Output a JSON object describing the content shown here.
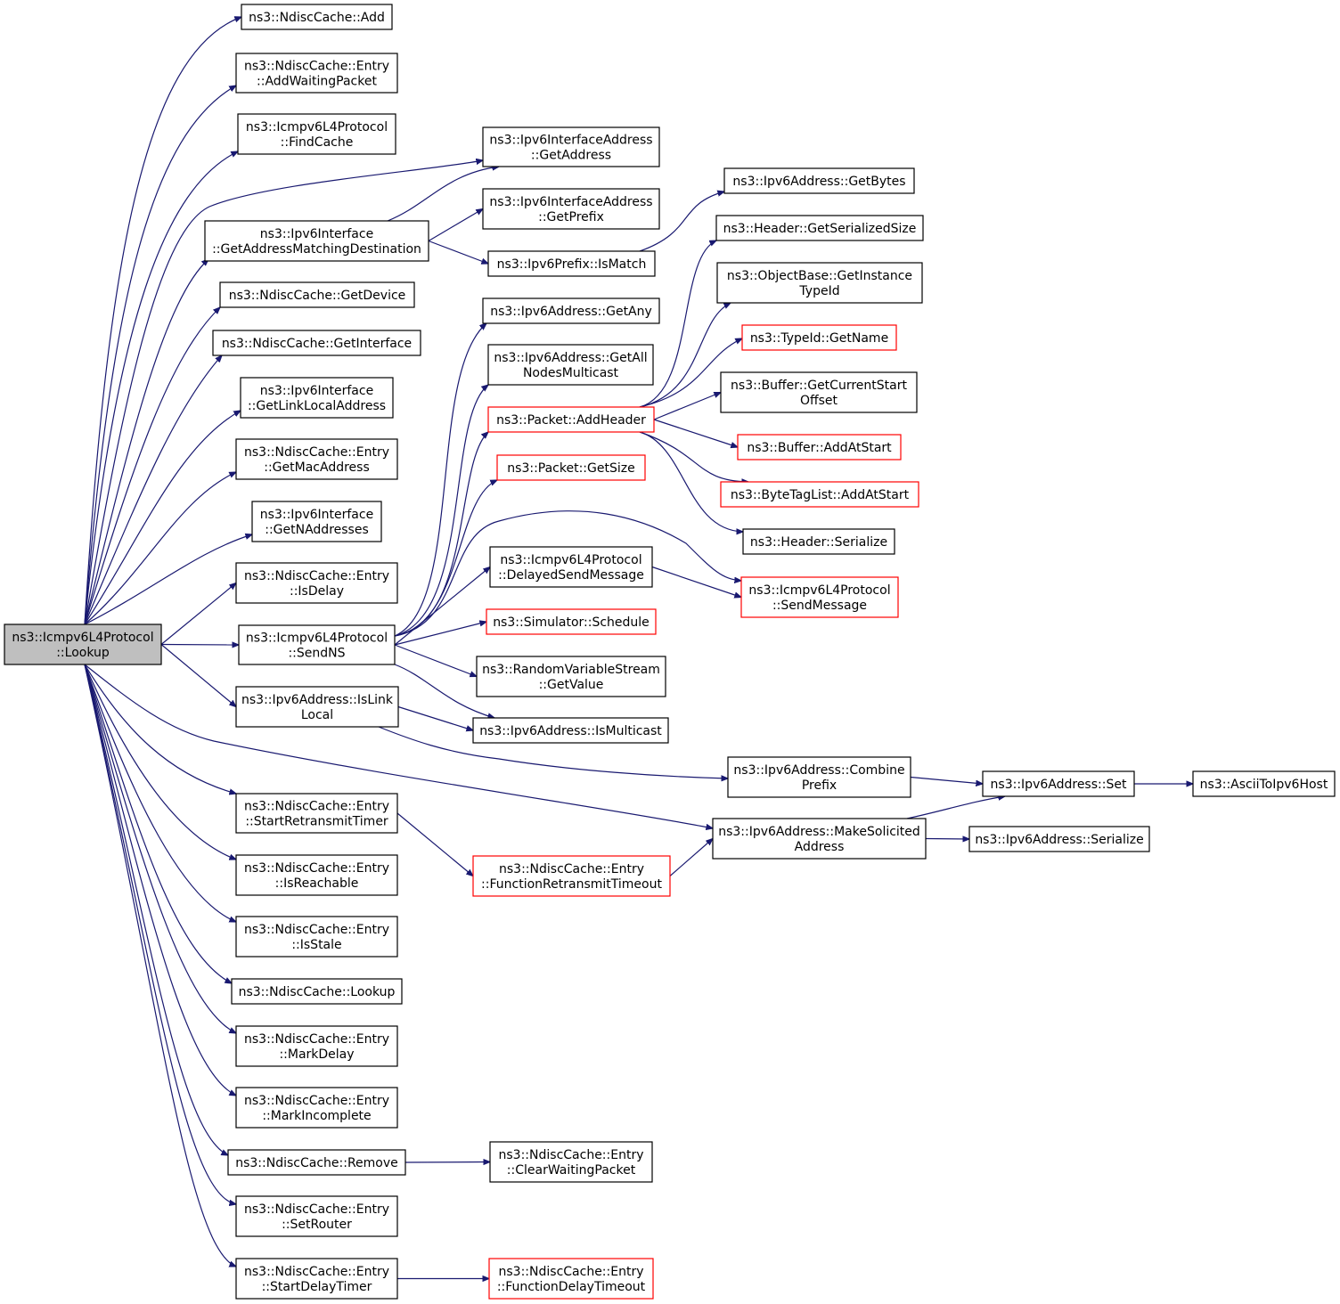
{
  "colors": {
    "edge": "#191970",
    "node_border": "#000000",
    "node_border_truncated": "#ff0000",
    "root_fill": "#bfbfbf",
    "node_fill": "#ffffff",
    "background": "#ffffff"
  },
  "nodes": [
    {
      "id": "root",
      "lines": [
        "ns3::Icmpv6L4Protocol",
        "::Lookup"
      ],
      "style": "root"
    },
    {
      "id": "nc_add",
      "lines": [
        "ns3::NdiscCache::Add"
      ],
      "style": "normal"
    },
    {
      "id": "e_addwait",
      "lines": [
        "ns3::NdiscCache::Entry",
        "::AddWaitingPacket"
      ],
      "style": "normal"
    },
    {
      "id": "findcache",
      "lines": [
        "ns3::Icmpv6L4Protocol",
        "::FindCache"
      ],
      "style": "normal"
    },
    {
      "id": "getaddrmatch",
      "lines": [
        "ns3::Ipv6Interface",
        "::GetAddressMatchingDestination"
      ],
      "style": "normal"
    },
    {
      "id": "nc_getdevice",
      "lines": [
        "ns3::NdiscCache::GetDevice"
      ],
      "style": "normal"
    },
    {
      "id": "nc_getinterface",
      "lines": [
        "ns3::NdiscCache::GetInterface"
      ],
      "style": "normal"
    },
    {
      "id": "getlinklocal",
      "lines": [
        "ns3::Ipv6Interface",
        "::GetLinkLocalAddress"
      ],
      "style": "normal"
    },
    {
      "id": "e_getmac",
      "lines": [
        "ns3::NdiscCache::Entry",
        "::GetMacAddress"
      ],
      "style": "normal"
    },
    {
      "id": "getnaddr",
      "lines": [
        "ns3::Ipv6Interface",
        "::GetNAddresses"
      ],
      "style": "normal"
    },
    {
      "id": "e_isdelay",
      "lines": [
        "ns3::NdiscCache::Entry",
        "::IsDelay"
      ],
      "style": "normal"
    },
    {
      "id": "sendns",
      "lines": [
        "ns3::Icmpv6L4Protocol",
        "::SendNS"
      ],
      "style": "normal"
    },
    {
      "id": "islinklocal",
      "lines": [
        "ns3::Ipv6Address::IsLink",
        "Local"
      ],
      "style": "normal"
    },
    {
      "id": "e_startretx",
      "lines": [
        "ns3::NdiscCache::Entry",
        "::StartRetransmitTimer"
      ],
      "style": "normal"
    },
    {
      "id": "e_isreachable",
      "lines": [
        "ns3::NdiscCache::Entry",
        "::IsReachable"
      ],
      "style": "normal"
    },
    {
      "id": "e_isstale",
      "lines": [
        "ns3::NdiscCache::Entry",
        "::IsStale"
      ],
      "style": "normal"
    },
    {
      "id": "nc_lookup",
      "lines": [
        "ns3::NdiscCache::Lookup"
      ],
      "style": "normal"
    },
    {
      "id": "e_markdelay",
      "lines": [
        "ns3::NdiscCache::Entry",
        "::MarkDelay"
      ],
      "style": "normal"
    },
    {
      "id": "e_markincomplete",
      "lines": [
        "ns3::NdiscCache::Entry",
        "::MarkIncomplete"
      ],
      "style": "normal"
    },
    {
      "id": "nc_remove",
      "lines": [
        "ns3::NdiscCache::Remove"
      ],
      "style": "normal"
    },
    {
      "id": "e_setrouter",
      "lines": [
        "ns3::NdiscCache::Entry",
        "::SetRouter"
      ],
      "style": "normal"
    },
    {
      "id": "e_startdelay",
      "lines": [
        "ns3::NdiscCache::Entry",
        "::StartDelayTimer"
      ],
      "style": "normal"
    },
    {
      "id": "ifa_getaddress",
      "lines": [
        "ns3::Ipv6InterfaceAddress",
        "::GetAddress"
      ],
      "style": "normal"
    },
    {
      "id": "ifa_getprefix",
      "lines": [
        "ns3::Ipv6InterfaceAddress",
        "::GetPrefix"
      ],
      "style": "normal"
    },
    {
      "id": "prefix_ismatch",
      "lines": [
        "ns3::Ipv6Prefix::IsMatch"
      ],
      "style": "normal"
    },
    {
      "id": "a_getany",
      "lines": [
        "ns3::Ipv6Address::GetAny"
      ],
      "style": "normal"
    },
    {
      "id": "a_getallnodes",
      "lines": [
        "ns3::Ipv6Address::GetAll",
        "NodesMulticast"
      ],
      "style": "normal"
    },
    {
      "id": "p_addheader",
      "lines": [
        "ns3::Packet::AddHeader"
      ],
      "style": "truncated"
    },
    {
      "id": "p_getsize",
      "lines": [
        "ns3::Packet::GetSize"
      ],
      "style": "truncated"
    },
    {
      "id": "delayedsend",
      "lines": [
        "ns3::Icmpv6L4Protocol",
        "::DelayedSendMessage"
      ],
      "style": "normal"
    },
    {
      "id": "sim_schedule",
      "lines": [
        "ns3::Simulator::Schedule"
      ],
      "style": "truncated"
    },
    {
      "id": "rvs_getvalue",
      "lines": [
        "ns3::RandomVariableStream",
        "::GetValue"
      ],
      "style": "normal"
    },
    {
      "id": "a_ismulticast",
      "lines": [
        "ns3::Ipv6Address::IsMulticast"
      ],
      "style": "normal"
    },
    {
      "id": "e_funcretx",
      "lines": [
        "ns3::NdiscCache::Entry",
        "::FunctionRetransmitTimeout"
      ],
      "style": "truncated"
    },
    {
      "id": "e_clearwait",
      "lines": [
        "ns3::NdiscCache::Entry",
        "::ClearWaitingPacket"
      ],
      "style": "normal"
    },
    {
      "id": "e_funcdelay",
      "lines": [
        "ns3::NdiscCache::Entry",
        "::FunctionDelayTimeout"
      ],
      "style": "truncated"
    },
    {
      "id": "a_getbytes",
      "lines": [
        "ns3::Ipv6Address::GetBytes"
      ],
      "style": "normal"
    },
    {
      "id": "h_getsersize",
      "lines": [
        "ns3::Header::GetSerializedSize"
      ],
      "style": "normal"
    },
    {
      "id": "ob_getinst",
      "lines": [
        "ns3::ObjectBase::GetInstance",
        "TypeId"
      ],
      "style": "normal"
    },
    {
      "id": "tid_getname",
      "lines": [
        "ns3::TypeId::GetName"
      ],
      "style": "truncated"
    },
    {
      "id": "buf_getcur",
      "lines": [
        "ns3::Buffer::GetCurrentStart",
        "Offset"
      ],
      "style": "normal"
    },
    {
      "id": "buf_addatstart",
      "lines": [
        "ns3::Buffer::AddAtStart"
      ],
      "style": "truncated"
    },
    {
      "id": "btl_addatstart",
      "lines": [
        "ns3::ByteTagList::AddAtStart"
      ],
      "style": "truncated"
    },
    {
      "id": "h_serialize",
      "lines": [
        "ns3::Header::Serialize"
      ],
      "style": "normal"
    },
    {
      "id": "icmp_sendmsg",
      "lines": [
        "ns3::Icmpv6L4Protocol",
        "::SendMessage"
      ],
      "style": "truncated"
    },
    {
      "id": "a_combineprefix",
      "lines": [
        "ns3::Ipv6Address::Combine",
        "Prefix"
      ],
      "style": "normal"
    },
    {
      "id": "a_makesolicited",
      "lines": [
        "ns3::Ipv6Address::MakeSolicited",
        "Address"
      ],
      "style": "normal"
    },
    {
      "id": "a_set",
      "lines": [
        "ns3::Ipv6Address::Set"
      ],
      "style": "normal"
    },
    {
      "id": "a_serialize",
      "lines": [
        "ns3::Ipv6Address::Serialize"
      ],
      "style": "normal"
    },
    {
      "id": "ascii2ipv6",
      "lines": [
        "ns3::AsciiToIpv6Host"
      ],
      "style": "normal"
    }
  ],
  "edges": [
    [
      "root",
      "nc_add"
    ],
    [
      "root",
      "e_addwait"
    ],
    [
      "root",
      "findcache"
    ],
    [
      "root",
      "ifa_getaddress"
    ],
    [
      "root",
      "getaddrmatch"
    ],
    [
      "root",
      "nc_getdevice"
    ],
    [
      "root",
      "nc_getinterface"
    ],
    [
      "root",
      "getlinklocal"
    ],
    [
      "root",
      "e_getmac"
    ],
    [
      "root",
      "getnaddr"
    ],
    [
      "root",
      "e_isdelay"
    ],
    [
      "root",
      "sendns"
    ],
    [
      "root",
      "islinklocal"
    ],
    [
      "root",
      "a_makesolicited"
    ],
    [
      "root",
      "e_startretx"
    ],
    [
      "root",
      "e_isreachable"
    ],
    [
      "root",
      "e_isstale"
    ],
    [
      "root",
      "nc_lookup"
    ],
    [
      "root",
      "e_markdelay"
    ],
    [
      "root",
      "e_markincomplete"
    ],
    [
      "root",
      "nc_remove"
    ],
    [
      "root",
      "e_setrouter"
    ],
    [
      "root",
      "e_startdelay"
    ],
    [
      "getaddrmatch",
      "ifa_getaddress"
    ],
    [
      "getaddrmatch",
      "ifa_getprefix"
    ],
    [
      "getaddrmatch",
      "prefix_ismatch"
    ],
    [
      "prefix_ismatch",
      "a_getbytes"
    ],
    [
      "sendns",
      "a_getany"
    ],
    [
      "sendns",
      "a_getallnodes"
    ],
    [
      "sendns",
      "p_addheader"
    ],
    [
      "sendns",
      "p_getsize"
    ],
    [
      "sendns",
      "icmp_sendmsg"
    ],
    [
      "sendns",
      "delayedsend"
    ],
    [
      "sendns",
      "sim_schedule"
    ],
    [
      "sendns",
      "rvs_getvalue"
    ],
    [
      "sendns",
      "a_ismulticast"
    ],
    [
      "p_addheader",
      "h_getsersize"
    ],
    [
      "p_addheader",
      "ob_getinst"
    ],
    [
      "p_addheader",
      "tid_getname"
    ],
    [
      "p_addheader",
      "buf_getcur"
    ],
    [
      "p_addheader",
      "buf_addatstart"
    ],
    [
      "p_addheader",
      "btl_addatstart"
    ],
    [
      "p_addheader",
      "h_serialize"
    ],
    [
      "delayedsend",
      "icmp_sendmsg"
    ],
    [
      "islinklocal",
      "a_ismulticast"
    ],
    [
      "islinklocal",
      "a_combineprefix"
    ],
    [
      "e_startretx",
      "e_funcretx"
    ],
    [
      "e_funcretx",
      "a_makesolicited"
    ],
    [
      "a_combineprefix",
      "a_set"
    ],
    [
      "a_makesolicited",
      "a_set"
    ],
    [
      "a_makesolicited",
      "a_serialize"
    ],
    [
      "a_set",
      "ascii2ipv6"
    ],
    [
      "nc_remove",
      "e_clearwait"
    ],
    [
      "e_startdelay",
      "e_funcdelay"
    ]
  ]
}
